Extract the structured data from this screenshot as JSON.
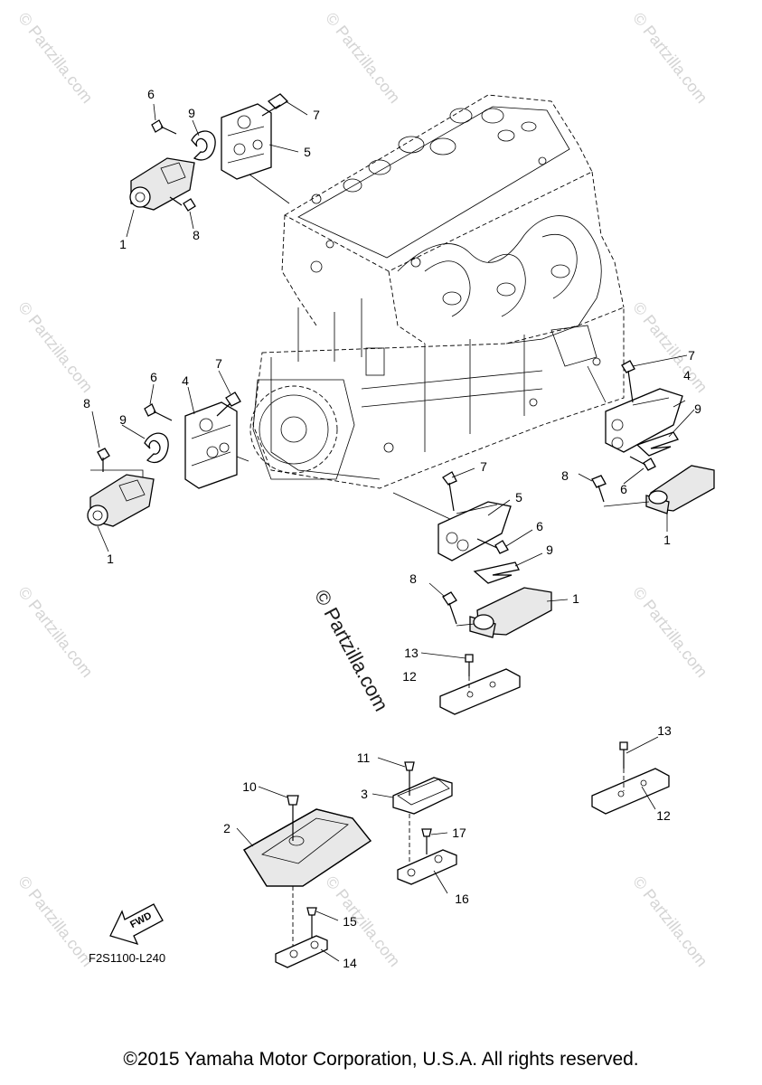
{
  "watermarks": {
    "text": "© Partzilla.com",
    "center_text": "© Partzilla.com"
  },
  "callouts": [
    {
      "id": "c6a",
      "text": "6"
    },
    {
      "id": "c9a",
      "text": "9"
    },
    {
      "id": "c7a",
      "text": "7"
    },
    {
      "id": "c5a",
      "text": "5"
    },
    {
      "id": "c1a",
      "text": "1"
    },
    {
      "id": "c8a",
      "text": "8"
    },
    {
      "id": "c7b",
      "text": "7"
    },
    {
      "id": "c4a",
      "text": "4"
    },
    {
      "id": "c9b",
      "text": "9"
    },
    {
      "id": "c8b",
      "text": "8"
    },
    {
      "id": "c6b",
      "text": "6"
    },
    {
      "id": "c1b",
      "text": "1"
    },
    {
      "id": "c6c",
      "text": "6"
    },
    {
      "id": "c4b",
      "text": "4"
    },
    {
      "id": "c7c",
      "text": "7"
    },
    {
      "id": "c9c",
      "text": "9"
    },
    {
      "id": "c8c",
      "text": "8"
    },
    {
      "id": "c1c",
      "text": "1"
    },
    {
      "id": "c7d",
      "text": "7"
    },
    {
      "id": "c5b",
      "text": "5"
    },
    {
      "id": "c6d",
      "text": "6"
    },
    {
      "id": "c9d",
      "text": "9"
    },
    {
      "id": "c8d",
      "text": "8"
    },
    {
      "id": "c1d",
      "text": "1"
    },
    {
      "id": "c13a",
      "text": "13"
    },
    {
      "id": "c12a",
      "text": "12"
    },
    {
      "id": "c13b",
      "text": "13"
    },
    {
      "id": "c12b",
      "text": "12"
    },
    {
      "id": "c11",
      "text": "11"
    },
    {
      "id": "c3",
      "text": "3"
    },
    {
      "id": "c10",
      "text": "10"
    },
    {
      "id": "c2",
      "text": "2"
    },
    {
      "id": "c17",
      "text": "17"
    },
    {
      "id": "c16",
      "text": "16"
    },
    {
      "id": "c15",
      "text": "15"
    },
    {
      "id": "c14",
      "text": "14"
    }
  ],
  "fwd_label": "FWD",
  "reference_code": "F2S1100-L240",
  "copyright": "©2015 Yamaha Motor Corporation, U.S.A. All rights reserved."
}
